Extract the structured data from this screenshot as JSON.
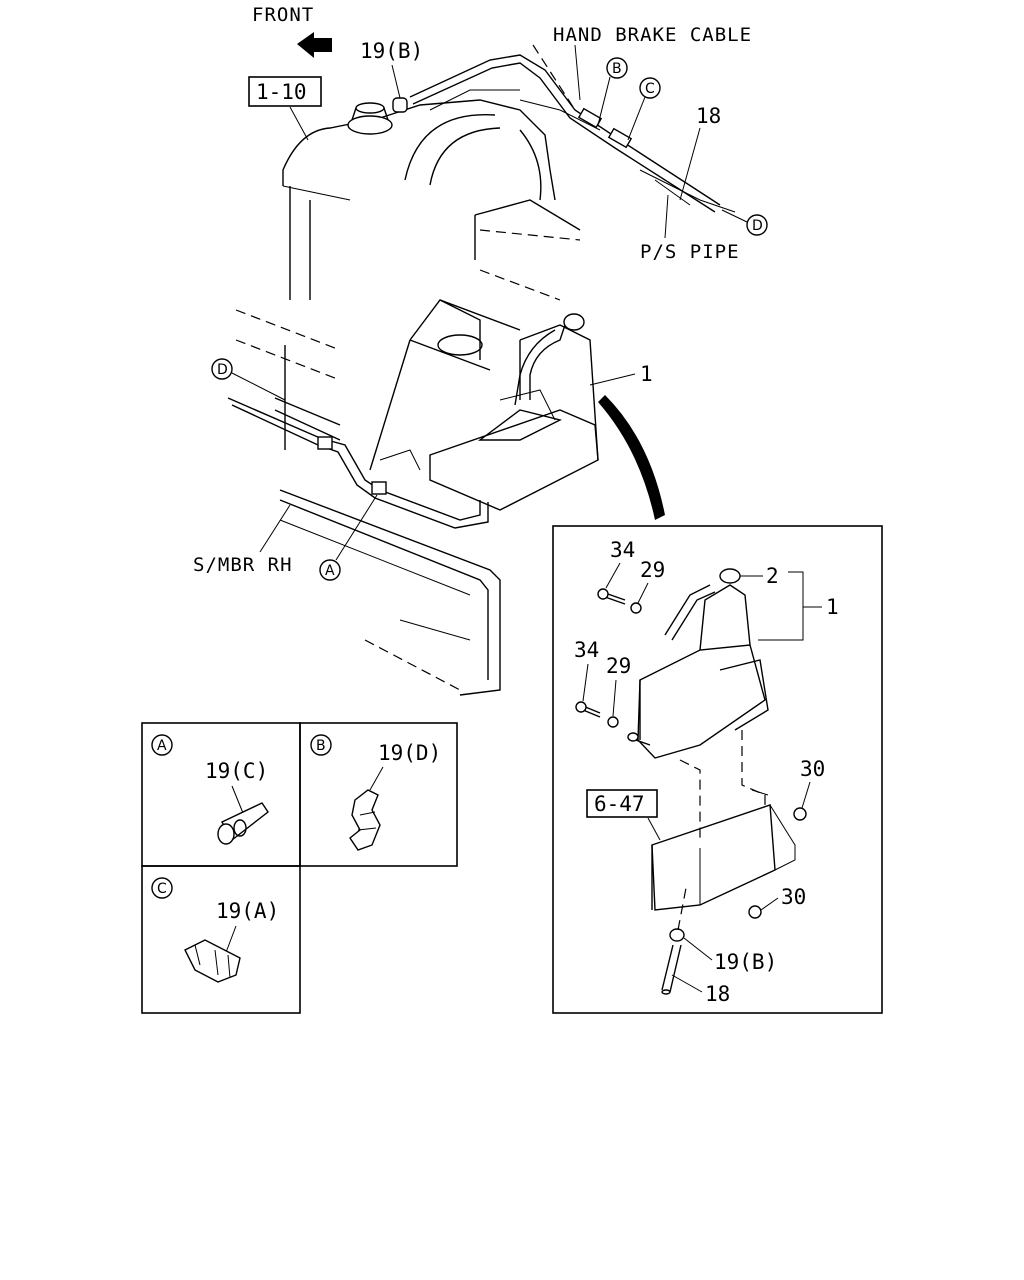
{
  "labels": {
    "front": "FRONT",
    "hand_brake_cable": "HAND BRAKE CABLE",
    "ps_pipe": "P/S PIPE",
    "smbr_rh": "S/MBR RH",
    "ref_1_10": "1-10",
    "ref_6_47": "6-47"
  },
  "callouts": {
    "c19b_top": "19(B)",
    "c18_top": "18",
    "c1_main": "1",
    "c34_a": "34",
    "c29_a": "29",
    "c2": "2",
    "c1_detail": "1",
    "c34_b": "34",
    "c29_b": "29",
    "c30_a": "30",
    "c30_b": "30",
    "c19b_bottom": "19(B)",
    "c18_bottom": "18",
    "c19c": "19(C)",
    "c19d": "19(D)",
    "c19a": "19(A)"
  },
  "circle_marks": {
    "A": "A",
    "B": "B",
    "C": "C",
    "D": "D"
  }
}
